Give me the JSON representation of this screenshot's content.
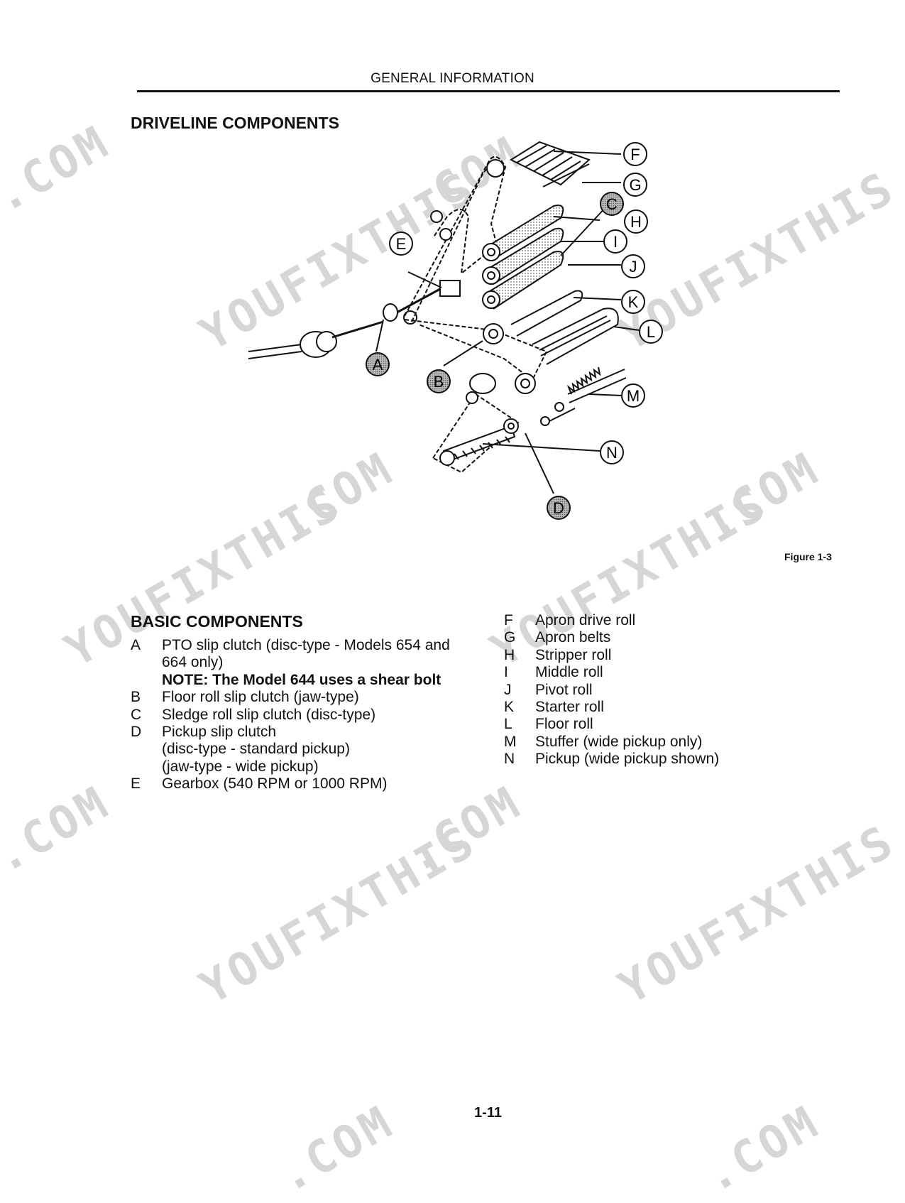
{
  "header": {
    "running_title": "GENERAL INFORMATION"
  },
  "section": {
    "title": "DRIVELINE COMPONENTS"
  },
  "figure": {
    "callouts": [
      "A",
      "B",
      "C",
      "D",
      "E",
      "F",
      "G",
      "H",
      "I",
      "J",
      "K",
      "L",
      "M",
      "N"
    ],
    "caption": "Figure 1-3"
  },
  "basic": {
    "title": "BASIC COMPONENTS",
    "left": [
      {
        "key": "A",
        "lines": [
          "PTO slip clutch (disc-type - Models 654 and",
          "664 only)"
        ],
        "note": "NOTE: The Model 644 uses a shear bolt"
      },
      {
        "key": "B",
        "lines": [
          "Floor roll slip clutch (jaw-type)"
        ]
      },
      {
        "key": "C",
        "lines": [
          "Sledge roll slip clutch (disc-type)"
        ]
      },
      {
        "key": "D",
        "lines": [
          "Pickup slip clutch",
          "(disc-type - standard pickup)",
          "(jaw-type - wide pickup)"
        ]
      },
      {
        "key": "E",
        "lines": [
          "Gearbox (540 RPM or 1000 RPM)"
        ]
      }
    ],
    "right": [
      {
        "key": "F",
        "text": "Apron drive roll"
      },
      {
        "key": "G",
        "text": "Apron belts"
      },
      {
        "key": "H",
        "text": "Stripper roll"
      },
      {
        "key": "I",
        "text": "Middle roll"
      },
      {
        "key": "J",
        "text": "Pivot roll"
      },
      {
        "key": "K",
        "text": "Starter roll"
      },
      {
        "key": "L",
        "text": "Floor roll"
      },
      {
        "key": "M",
        "text": "Stuffer (wide pickup only)"
      },
      {
        "key": "N",
        "text": "Pickup (wide pickup shown)"
      }
    ]
  },
  "footer": {
    "page_number": "1-11"
  },
  "watermark": {
    "text1": "YOUFIXTHIS",
    "text2": ".COM"
  }
}
